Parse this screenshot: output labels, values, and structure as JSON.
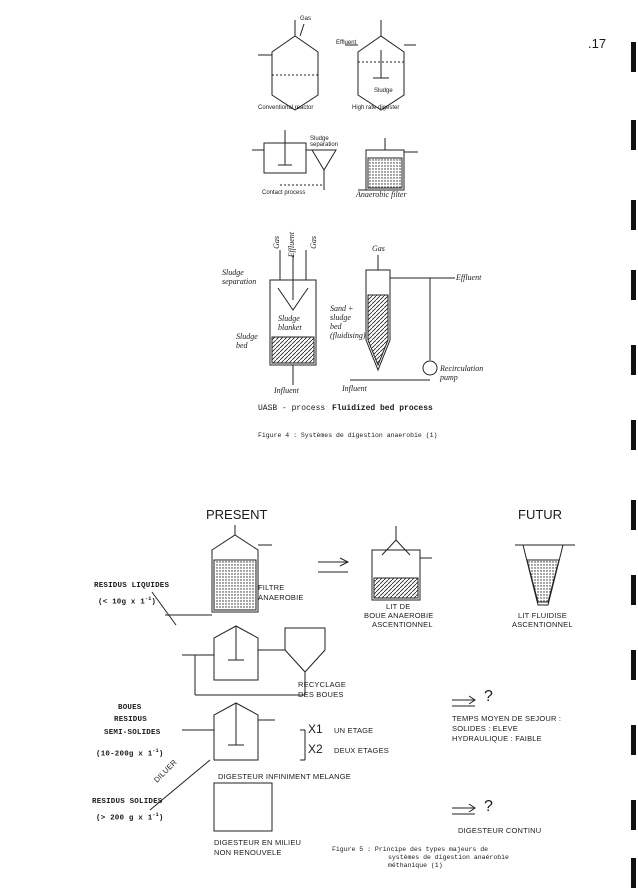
{
  "page_number": ".17",
  "fig4": {
    "conventional_reactor": "Conventional reactor",
    "high_rate_digester": "High rate digester",
    "sludge_small": "Sludge",
    "gas": "Gas",
    "effluent": "Effluent",
    "sludge_separation": "Sludge\nseparation",
    "contact_process": "Contact process",
    "anaerobic_filter": "Anaerobic filter",
    "uasb_gas": "Gas",
    "uasb_effluent": "Effluent",
    "uasb_gas2": "Gas",
    "sludge_separation_hand": "Sludge\nseparation",
    "sludge_blanket": "Sludge\nblanket",
    "sludge_bed": "Sludge\nbed",
    "influent": "Influent",
    "fb_gas": "Gas",
    "fb_effluent": "Effluent",
    "sand_sludge": "Sand +\nsludge\nbed\n(fluidising)",
    "recirculation_pump": "Recirculation\npump",
    "fb_influent": "Influent",
    "uasb_process": "UASB - process",
    "fluidized_bed_process": "Fluidized bed process",
    "caption": "Figure 4 : Systèmes de digestion anaerobie (1)"
  },
  "fig5": {
    "present": "PRESENT",
    "futur": "FUTUR",
    "residus_liquides": "RESIDUS LIQUIDES",
    "residus_liquides_val": "(< 10g x 1",
    "exp": "-1",
    "filtre": "FILTRE",
    "anaerobie": "ANAEROBIE",
    "lit_de": "LIT DE",
    "boue_anaerobie": "BOUE ANAEROBIE",
    "ascentionnel": "ASCENTIONNEL",
    "lit_fluidise": "LIT FLUIDISE",
    "ascentionnel2": "ASCENTIONNEL",
    "recyclage": "RECYCLAGE",
    "des_boues": "DES BOUES",
    "boues": "BOUES",
    "residus": "RESIDUS",
    "semi_solides": "SEMI-SOLIDES",
    "semi_val": "(10-200g x 1",
    "x1": "X1",
    "un_etage": "UN ETAGE",
    "x2": "X2",
    "deux_etages": "DEUX ETAGES",
    "q1": "?",
    "temps": "TEMPS MOYEN DE SEJOUR :",
    "solides": "SOLIDES : ELEVE",
    "hydraulique": "HYDRAULIQUE : FAIBLE",
    "diluer": "DILUER",
    "digesteur_melange": "DIGESTEUR INFINIMENT MELANGE",
    "residus_solides": "RESIDUS SOLIDES",
    "solides_val": "(> 200 g x 1",
    "q2": "?",
    "digesteur_continu": "DIGESTEUR CONTINU",
    "digesteur_milieu": "DIGESTEUR EN MILIEU",
    "non_renouvele": "NON RENOUVELE",
    "caption_a": "Figure 5 : Principe des types majeurs de",
    "caption_b": "systèmes de digestion anaérobie",
    "caption_c": "méthanique (1)"
  }
}
